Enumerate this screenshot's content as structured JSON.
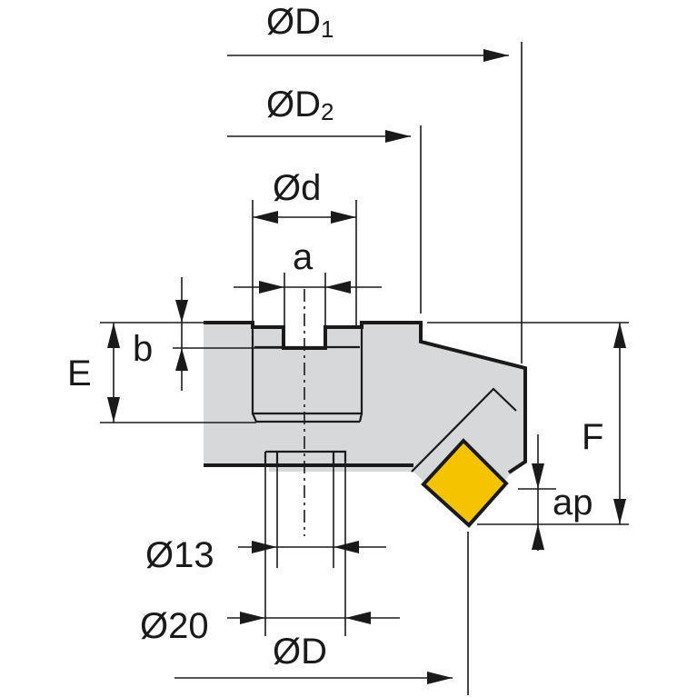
{
  "diagram": {
    "labels": {
      "D1_main": "ØD",
      "D1_sub": "1",
      "D2_main": "ØD",
      "D2_sub": "2",
      "d": "Ød",
      "a": "a",
      "b": "b",
      "E": "E",
      "F": "F",
      "ap": "ap",
      "d13": "Ø13",
      "d20": "Ø20",
      "D": "ØD"
    },
    "colors": {
      "body": "#d7d8d9",
      "insert": "#f5c400",
      "line": "#1a1a1a"
    }
  }
}
